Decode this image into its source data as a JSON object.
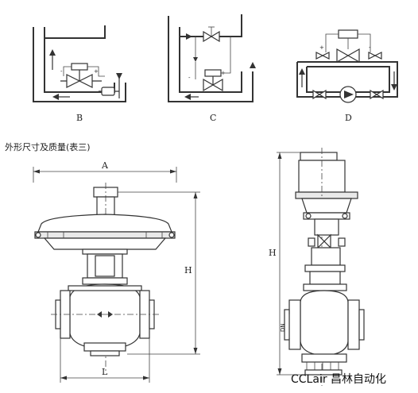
{
  "figure_labels": {
    "b": "B",
    "c": "C",
    "d": "D"
  },
  "caption": "外形尺寸及质量(表三)",
  "dimensions": {
    "a": "A",
    "h_left": "H",
    "l": "L",
    "h_right": "H",
    "dn": "DN"
  },
  "watermark": "CCLair 昌林自动化"
}
